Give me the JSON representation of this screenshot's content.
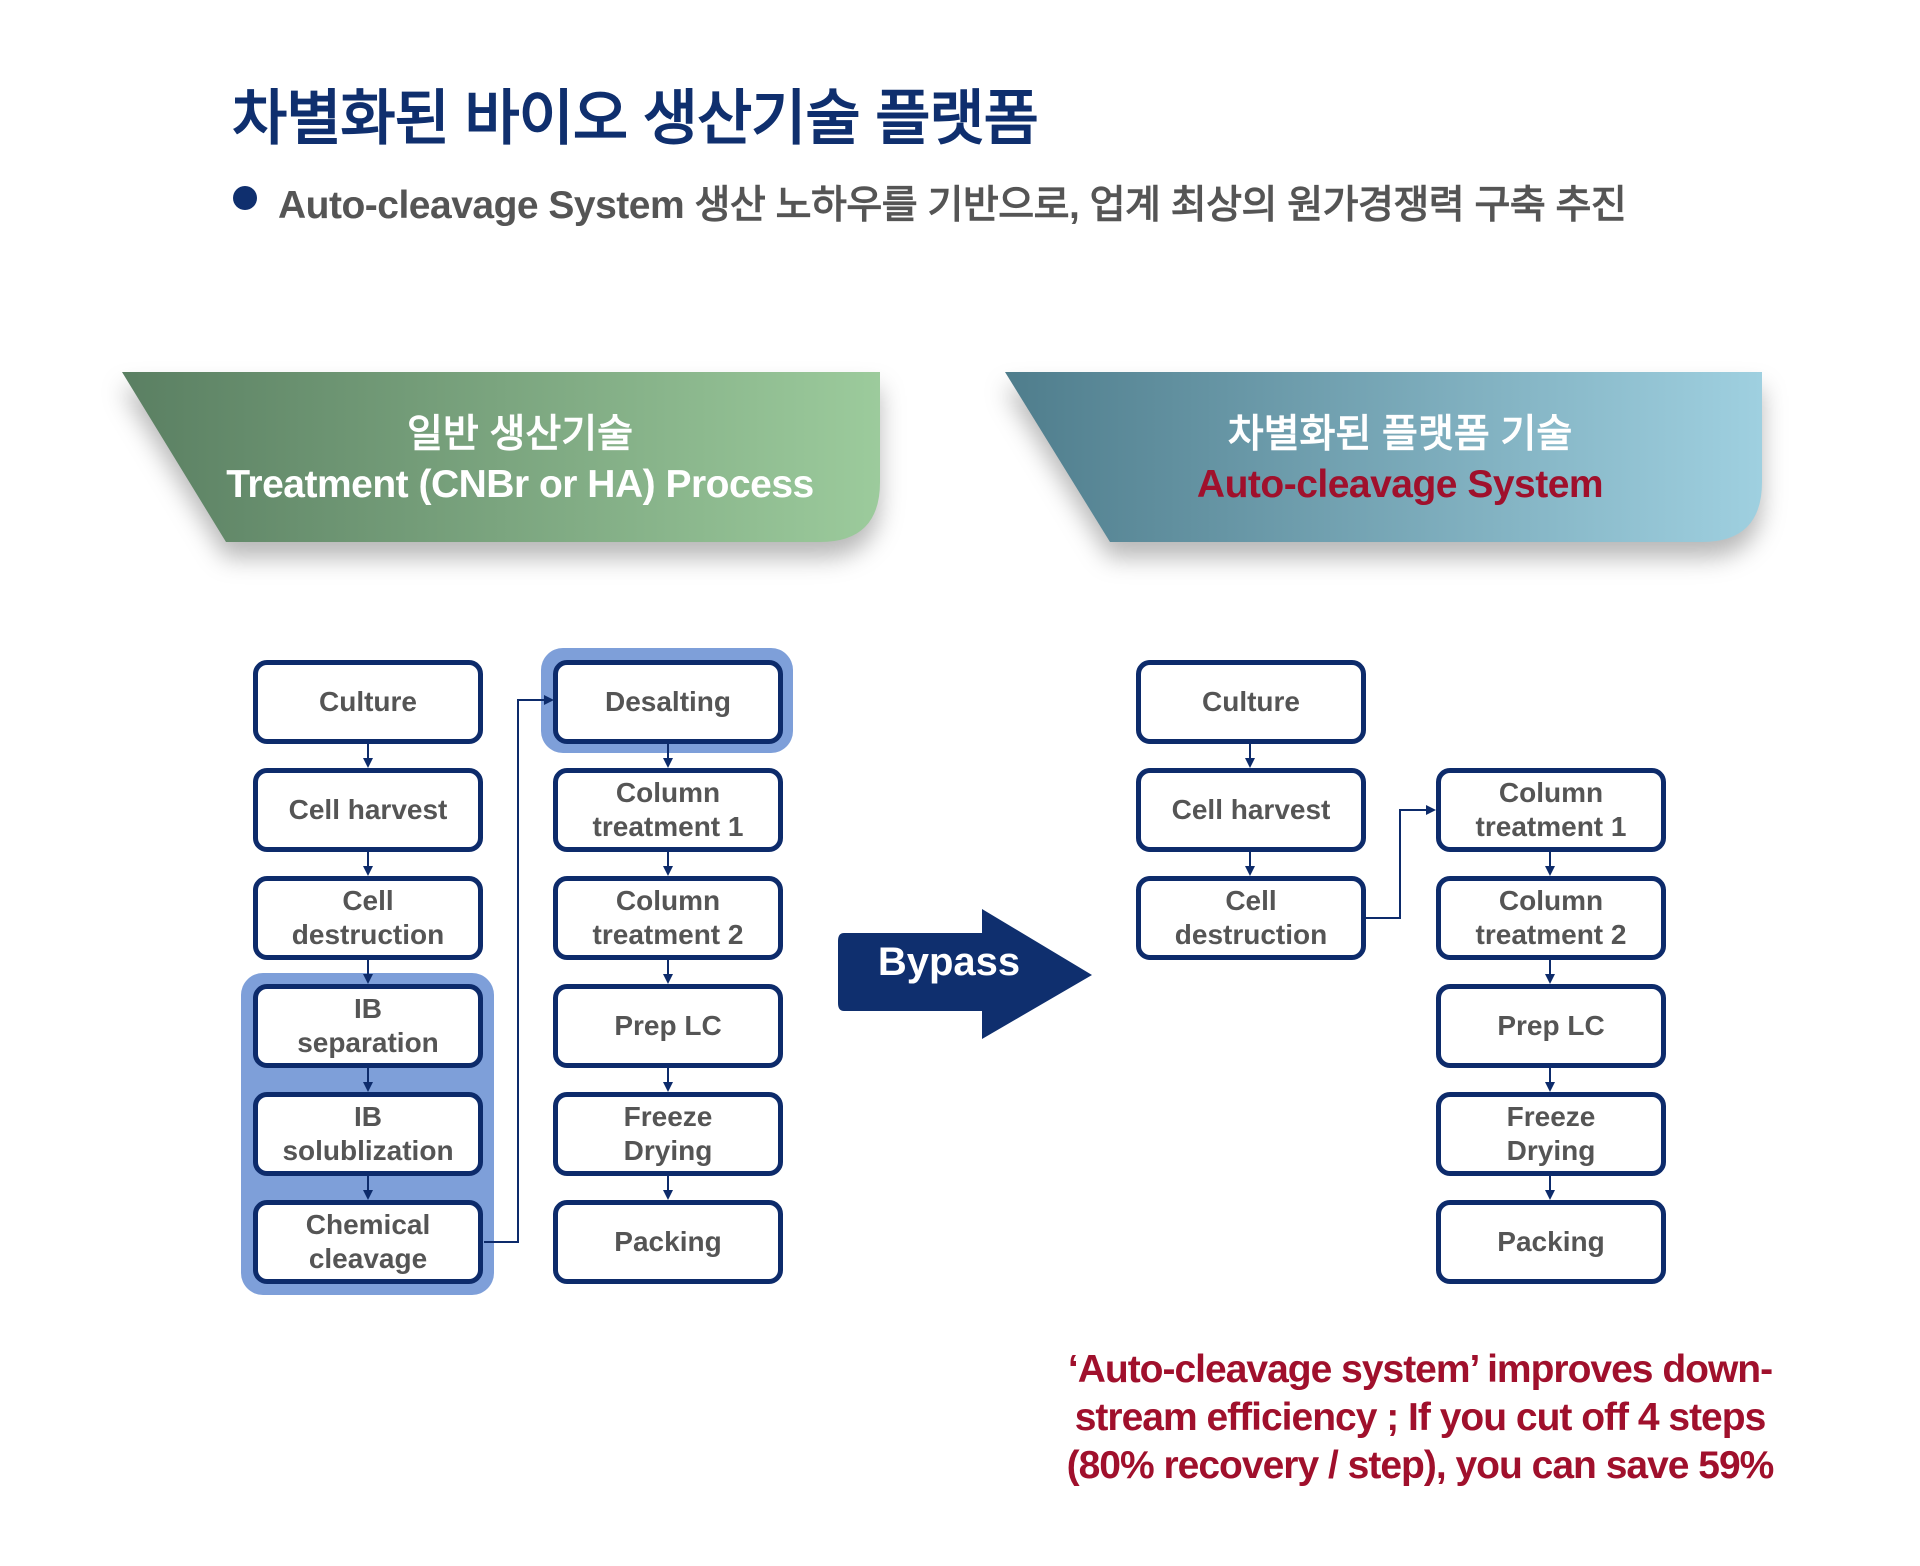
{
  "title": "차별화된 바이오 생산기술 플랫폼",
  "subtitle": "Auto-cleavage System 생산 노하우를 기반으로, 업계 최상의 원가경쟁력 구축 추진",
  "left_panel": {
    "heading_ko": "일반 생산기술",
    "heading_en": "Treatment (CNBr or HA) Process",
    "steps": [
      "Culture",
      "Cell harvest",
      "Cell\ndestruction",
      "IB\nseparation",
      "IB\nsolublization",
      "Chemical\ncleavage",
      "Desalting",
      "Column\ntreatment 1",
      "Column\ntreatment 2",
      "Prep LC",
      "Freeze\nDrying",
      "Packing"
    ]
  },
  "bypass": {
    "label": "Bypass"
  },
  "right_panel": {
    "heading_ko": "차별화된 플랫폼 기술",
    "heading_en": "Auto-cleavage System",
    "steps": [
      "Culture",
      "Cell harvest",
      "Cell\ndestruction",
      "Column\ntreatment 1",
      "Column\ntreatment 2",
      "Prep LC",
      "Freeze\nDrying",
      "Packing"
    ]
  },
  "note": {
    "line1": "‘Auto-cleavage system’ improves down-",
    "line2": "stream efficiency ; If you cut off 4 steps",
    "line3": "(80% recovery / step), you can save 59%"
  },
  "colors": {
    "title": "#0f2f6e",
    "box_border": "#0d2b6b",
    "highlight": "#7e9fd9",
    "accent_red": "#a0102c",
    "left_banner_from": "#5a7f62",
    "left_banner_to": "#9ccb9c",
    "right_banner_from": "#4f7d8c",
    "right_banner_to": "#9fd0e0"
  }
}
